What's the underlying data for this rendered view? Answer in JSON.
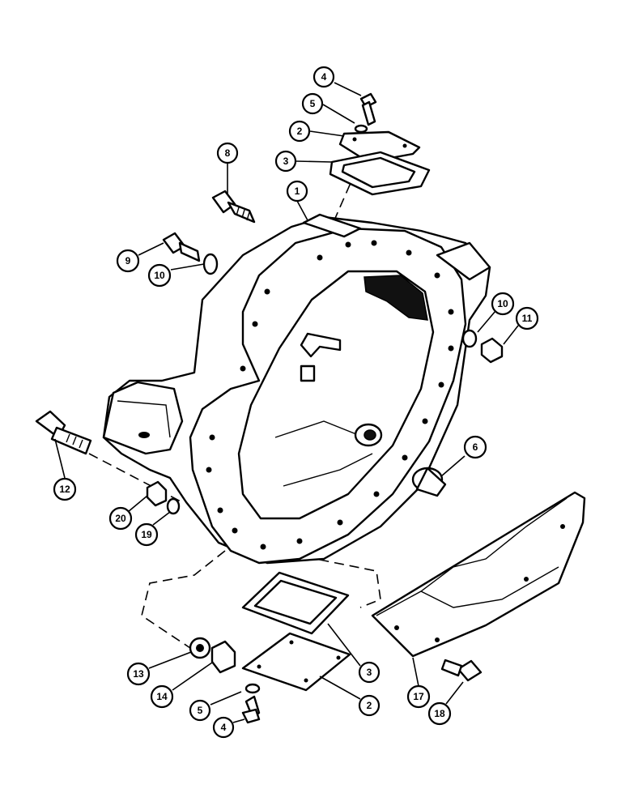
{
  "diagram": {
    "colors": {
      "line": "#000000",
      "background": "#ffffff"
    },
    "callouts": [
      {
        "id": "c4-top",
        "label": "4"
      },
      {
        "id": "c5-top",
        "label": "5"
      },
      {
        "id": "c2-top",
        "label": "2"
      },
      {
        "id": "c3-top",
        "label": "3"
      },
      {
        "id": "c8",
        "label": "8"
      },
      {
        "id": "c1",
        "label": "1"
      },
      {
        "id": "c9",
        "label": "9"
      },
      {
        "id": "c10-left",
        "label": "10"
      },
      {
        "id": "c10-right",
        "label": "10"
      },
      {
        "id": "c11",
        "label": "11"
      },
      {
        "id": "c6",
        "label": "6"
      },
      {
        "id": "c12",
        "label": "12"
      },
      {
        "id": "c20",
        "label": "20"
      },
      {
        "id": "c19",
        "label": "19"
      },
      {
        "id": "c3-bot",
        "label": "3"
      },
      {
        "id": "c2-bot",
        "label": "2"
      },
      {
        "id": "c13",
        "label": "13"
      },
      {
        "id": "c14",
        "label": "14"
      },
      {
        "id": "c5-bot",
        "label": "5"
      },
      {
        "id": "c4-bot",
        "label": "4"
      },
      {
        "id": "c17",
        "label": "17"
      },
      {
        "id": "c18",
        "label": "18"
      }
    ]
  }
}
